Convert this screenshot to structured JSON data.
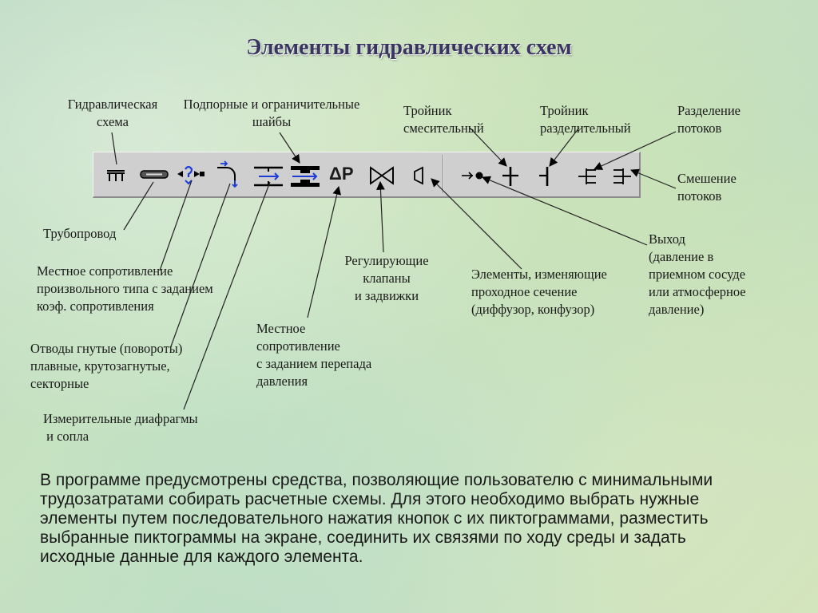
{
  "title": "Элементы гидравлических схем",
  "labels": {
    "hydraulic_scheme": [
      "Гидравлическая",
      "схема"
    ],
    "washers": [
      "Подпорные и ограничительные",
      "шайбы"
    ],
    "tee_mixing": [
      "Тройник",
      "смесительный"
    ],
    "tee_dividing": [
      "Тройник",
      "разделительный"
    ],
    "flow_split": [
      "Разделение",
      "потоков"
    ],
    "flow_merge": [
      "Смешение",
      "потоков"
    ],
    "pipeline": [
      "Трубопровод"
    ],
    "local_resistance": [
      "Местное сопротивление",
      "произвольного типа с заданием",
      "коэф. сопротивления"
    ],
    "bends": [
      "Отводы гнутые (повороты)",
      "плавные, крутозагнутые,",
      "секторные"
    ],
    "diaphragms": [
      "Измерительные диафрагмы",
      " и сопла"
    ],
    "pressure_drop": [
      "Местное",
      "сопротивление",
      "с заданием перепада",
      "давления"
    ],
    "valves": [
      "Регулирующие",
      "клапаны",
      "и задвижки"
    ],
    "section_change": [
      "Элементы, изменяющие",
      "проходное сечение",
      "(диффузор, конфузор)"
    ],
    "outlet": [
      "Выход",
      "(давление в",
      "приемном сосуде",
      "или атмосферное",
      "давление)"
    ]
  },
  "toolbar_icons": [
    "hydraulic-scheme-icon",
    "pipeline-icon",
    "diaphragm-icon",
    "bend-icon",
    "washer-icon",
    "washer-limit-icon",
    "pressure-drop-icon",
    "valve-icon",
    "diffuser-icon",
    "outlet-icon",
    "tee-mixing-icon",
    "tee-dividing-icon",
    "flow-split-icon",
    "flow-merge-icon"
  ],
  "icon_texts": {
    "pressure_drop": "ΔP"
  },
  "paragraph": [
    "В программе предусмотрены средства, позволяющие пользователю  с минимальными",
    "трудозатратами  собирать расчетные схемы. Для этого необходимо выбрать нужные",
    "элементы путем последовательного нажатия кнопок с их пиктограммами, разместить",
    "выбранные пиктограммы на экране, соединить их связями по ходу среды и задать",
    "исходные данные для каждого элемента."
  ],
  "colors": {
    "title": "#3a3560",
    "accent_blue": "#1c3cd6",
    "toolbar": "#cfcfcf"
  }
}
